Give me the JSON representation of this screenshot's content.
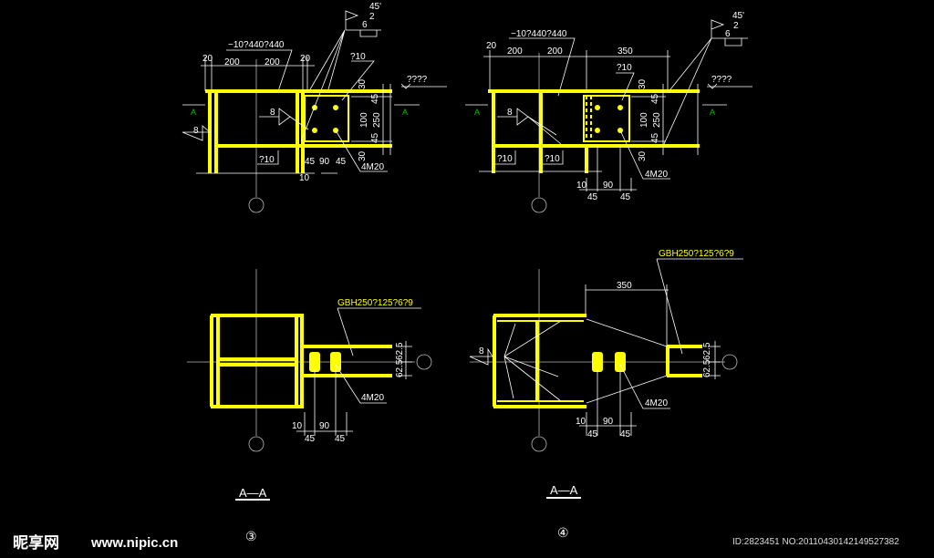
{
  "drawing3_plan": {
    "plate_label": "−10?440?440",
    "dims_top": [
      "20",
      "200",
      "200",
      "20"
    ],
    "stiffener_label": "?10",
    "elevation_label": "????",
    "weld_angle": "45'",
    "weld_gap": "2",
    "weld_size": "6",
    "fillet_left": "8",
    "fillet_mid": "8",
    "dims_right": [
      "30",
      "45",
      "100",
      "250",
      "45",
      "30"
    ],
    "bottom_label": "?10",
    "dims_bottom": [
      "45",
      "90",
      "45"
    ],
    "dim_10": "10",
    "bolt_label": "4M20",
    "section_mark": "A"
  },
  "drawing4_plan": {
    "plate_label": "−10?440?440",
    "dims_top": [
      "20",
      "200",
      "200",
      "350"
    ],
    "stiffener_label": "?10",
    "elevation_label": "????",
    "weld_angle": "45'",
    "weld_gap": "2",
    "weld_size": "6",
    "fillet_left": "8",
    "dims_right": [
      "30",
      "45",
      "100",
      "250",
      "45",
      "30"
    ],
    "bottom_labels": [
      "?10",
      "?10"
    ],
    "dims_bottom": [
      "10",
      "90",
      "45",
      "45"
    ],
    "bolt_label": "4M20",
    "section_mark": "A"
  },
  "drawing3_section": {
    "beam_label": "GBH250?125?6?9",
    "bolt_label": "4M20",
    "dims_right": [
      "62.5",
      "62.5"
    ],
    "dims_bottom": [
      "10",
      "90",
      "45",
      "45"
    ],
    "title": "A—A",
    "number": "③"
  },
  "drawing4_section": {
    "beam_label": "GBH250?125?6?9",
    "dim_350": "350",
    "fillet": "8",
    "bolt_label": "4M20",
    "dims_right": [
      "62.5",
      "62.5"
    ],
    "dims_bottom": [
      "10",
      "90",
      "45",
      "45"
    ],
    "title": "A—A",
    "number": "④"
  },
  "footer": {
    "watermark_cn": "昵享网",
    "watermark_url": "www.nipic.cn",
    "image_id": "ID:2823451 NO:20110430142149527382"
  }
}
